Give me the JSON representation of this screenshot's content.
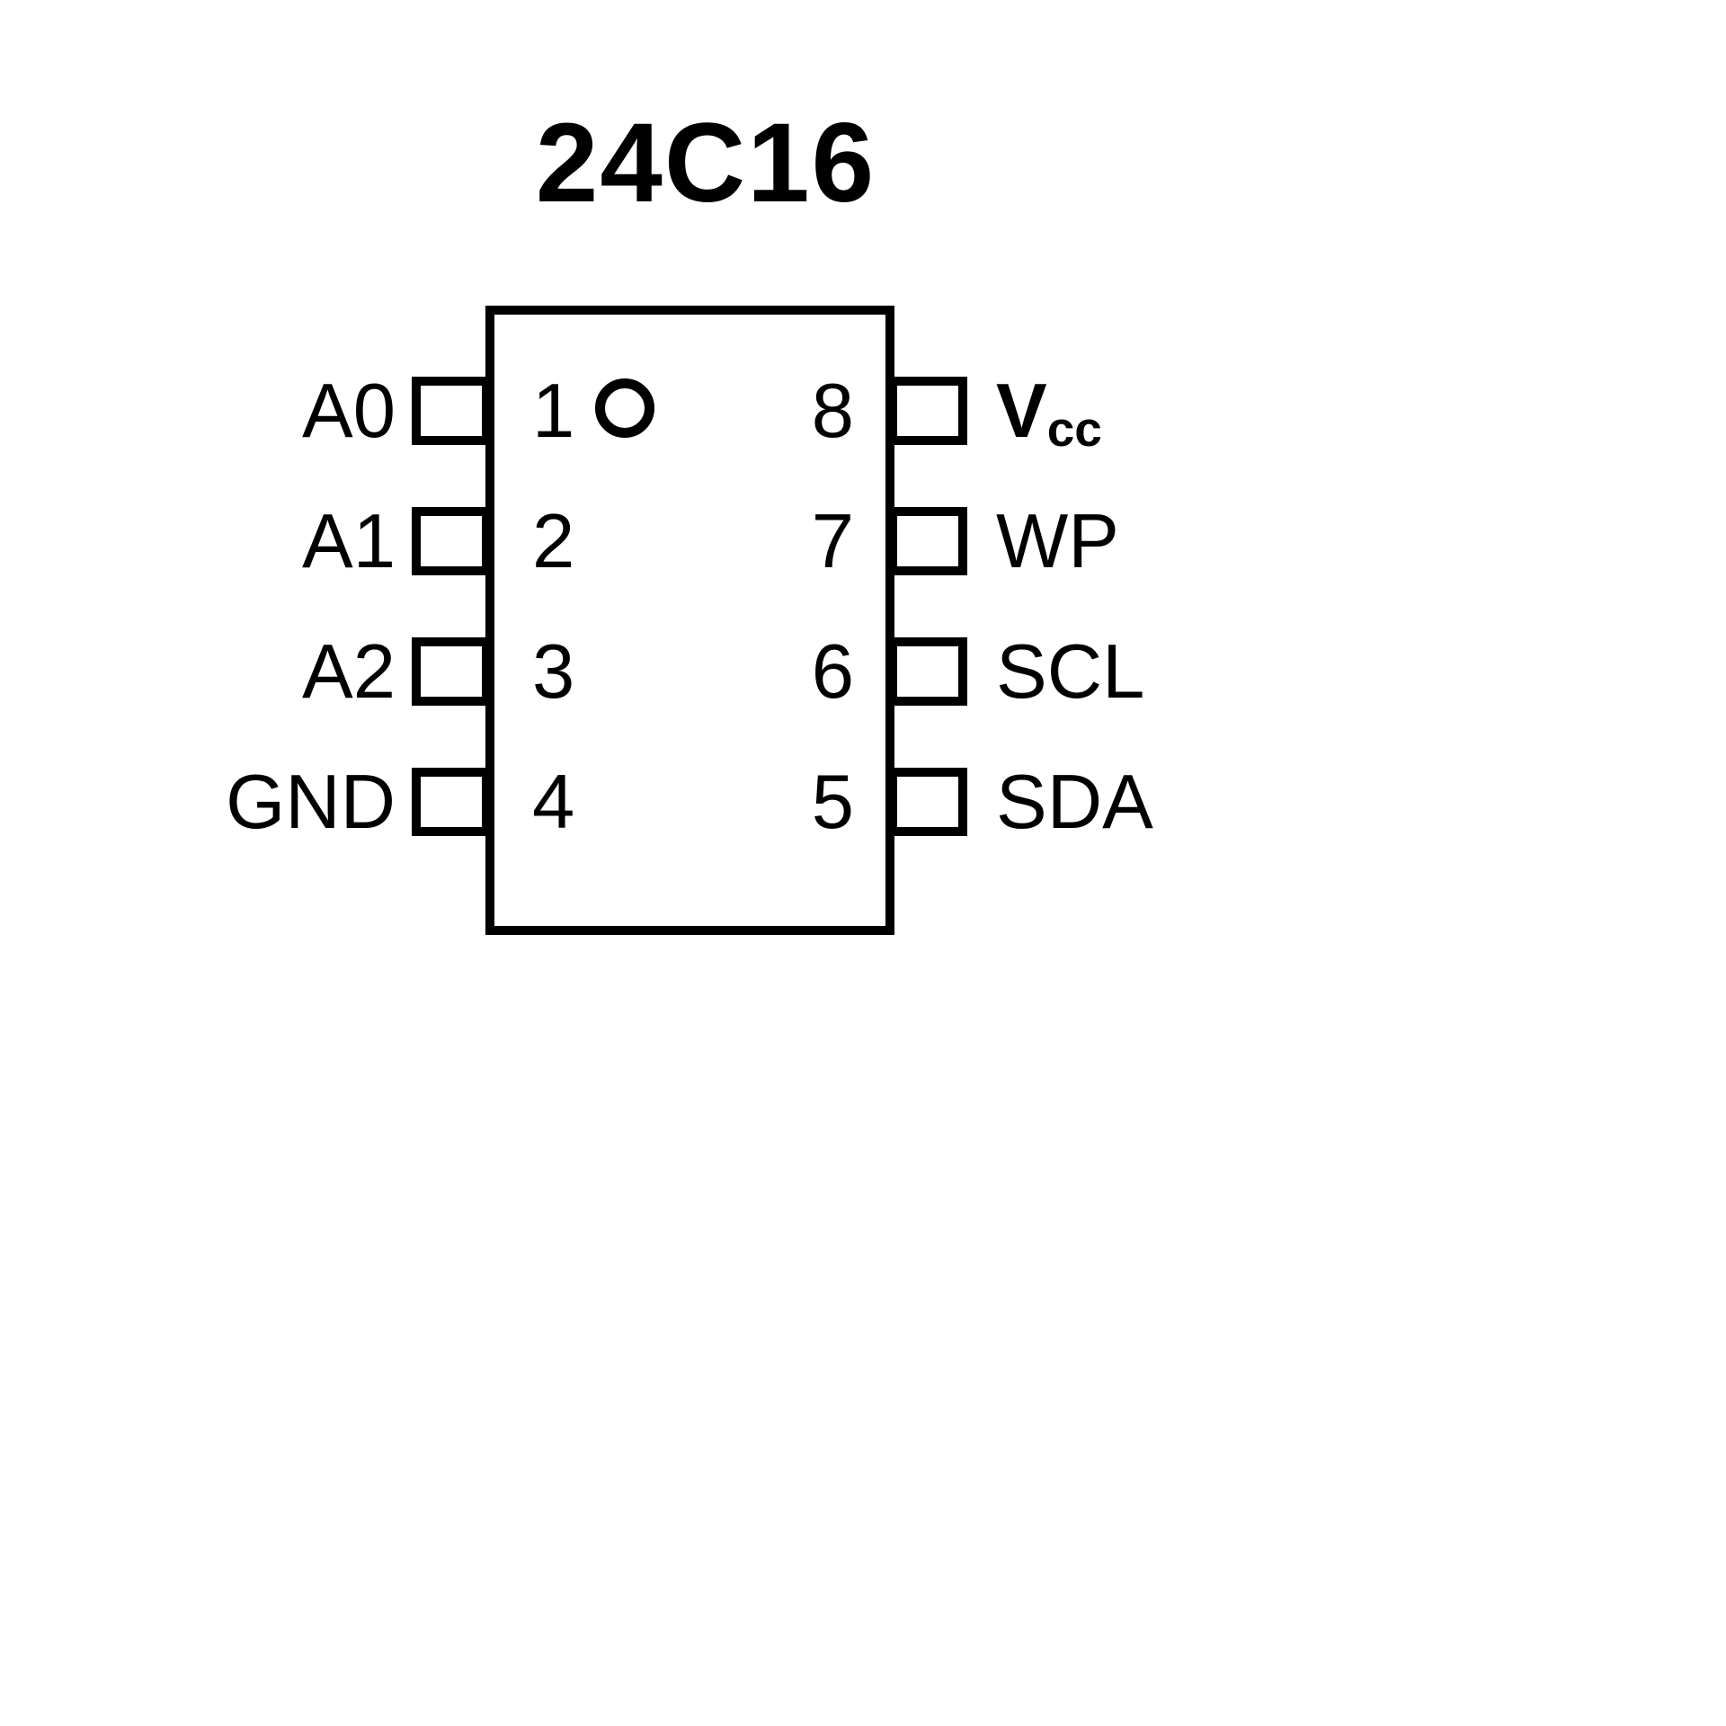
{
  "title": "24C16",
  "colors": {
    "line": "#000000",
    "background": "#ffffff"
  },
  "chip": {
    "package": "8-pin",
    "left_pins": [
      {
        "number": "1",
        "label": "A0"
      },
      {
        "number": "2",
        "label": "A1"
      },
      {
        "number": "3",
        "label": "A2"
      },
      {
        "number": "4",
        "label": "GND"
      }
    ],
    "right_pins": [
      {
        "number": "8",
        "label": "Vcc",
        "label_main": "V",
        "label_sub": "cc"
      },
      {
        "number": "7",
        "label": "WP"
      },
      {
        "number": "6",
        "label": "SCL"
      },
      {
        "number": "5",
        "label": "SDA"
      }
    ]
  }
}
